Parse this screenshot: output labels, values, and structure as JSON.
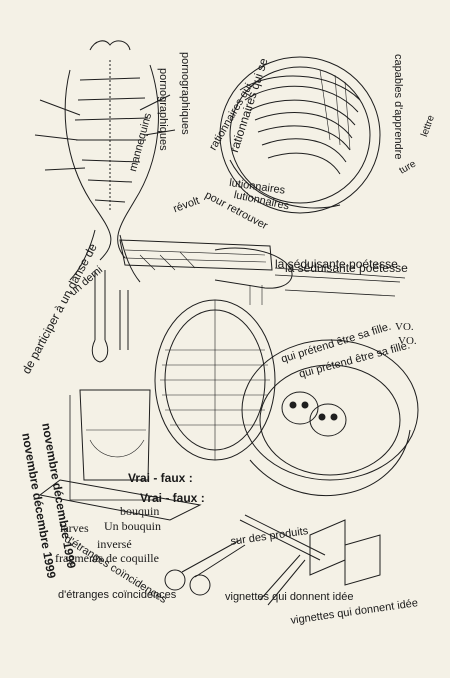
{
  "texts": {
    "capables": "capables d'apprendre",
    "lettre": "lettre",
    "ture": "ture",
    "pornographiques": "pornographiques",
    "rationnaires": "rationnaires qui se",
    "rationnaires2": "rationnaires qui",
    "mannequins": "mannequins",
    "lutionnaires": "lutionnaires",
    "revolt": "révolt",
    "pour_retrouver": "pour retrouver",
    "participer": "de participer à un danse de",
    "un_demi": "un demi",
    "seduisante": "la séduisante poétesse",
    "pretend1": "qui prétend être sa fille.",
    "pretend2": "qui prétend être sa fille.",
    "vo1": "VO.",
    "vo2": "VO.",
    "nov_dec_1": "novembre décembre 1999",
    "nov_dec_2": "novembre décembre 1999",
    "vrai_faux": "Vrai - faux :",
    "vrai_faux_2": "Vrai - faux :",
    "larves": "larves",
    "bouquin": "bouquin",
    "un_bouquin": "Un bouquin",
    "inverse": "inversé",
    "fragments": "fragments de coquille",
    "coincidences_rot": "d'étranges coïncidences",
    "coincidences": "d'étranges coïncidences",
    "sur_des_produits": "sur des produits",
    "vignettes1": "vignettes qui donnent idée",
    "vignettes2": "vignettes qui donnent idée"
  }
}
